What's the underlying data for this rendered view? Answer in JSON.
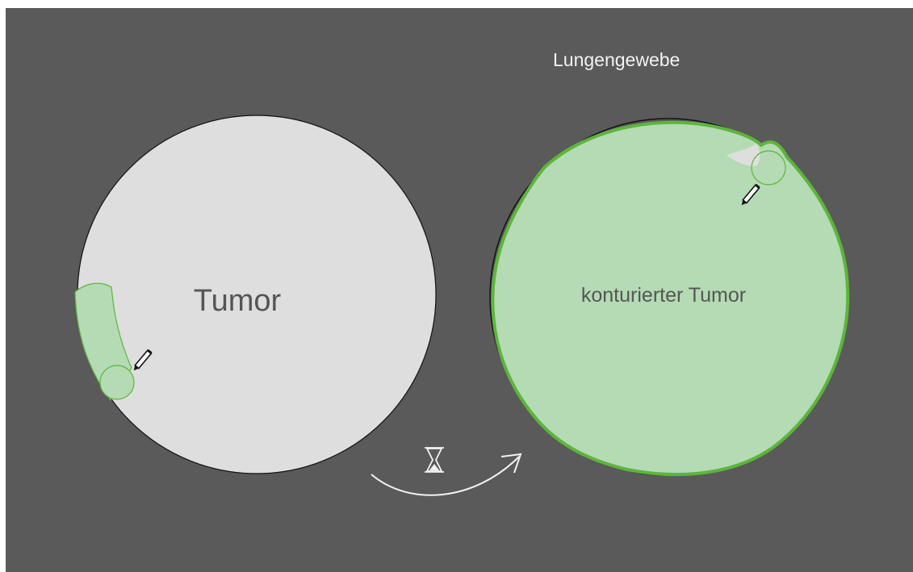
{
  "labels": {
    "tissue": "Lungengewebe",
    "tumor": "Tumor",
    "contoured_tumor": "konturierter Tumor"
  },
  "icons": {
    "time": "hourglass-icon",
    "tool": "pen-icon",
    "transition": "curved-arrow-icon"
  },
  "colors": {
    "background": "#5a5a5a",
    "tumor_fill": "#dedede",
    "contour_fill": "#b4dbb4",
    "contour_stroke": "#5db53c",
    "text_dark": "#555555",
    "text_light": "#f2f2f2"
  }
}
